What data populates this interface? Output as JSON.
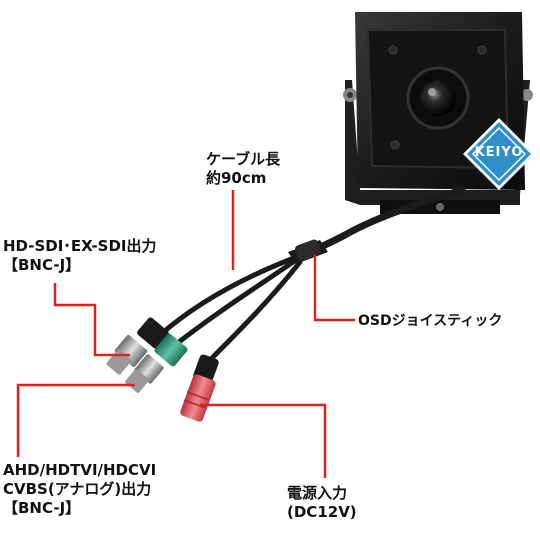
{
  "labels": {
    "cable": [
      "ケーブル長",
      "約90cm"
    ],
    "hdsdi": [
      "HD-SDI･EX-SDI出力",
      "【BNC-J】"
    ],
    "osd": [
      "OSDジョイスティック"
    ],
    "ahd": [
      "AHD/HDTVI/HDCVI",
      "CVBS(アナログ)出力",
      "【BNC-J】"
    ],
    "power": [
      "電源入力",
      "(DC12V)"
    ]
  },
  "logo": {
    "text": "KEIYO"
  },
  "colors": {
    "callout_line": "#d9231f",
    "camera_body": "#1a1a1a",
    "cable": "#1b1b1b",
    "bnc_green": "#2f9a7c",
    "power_plug": "#d74b55",
    "logo_blue": "#2f8fc9"
  }
}
